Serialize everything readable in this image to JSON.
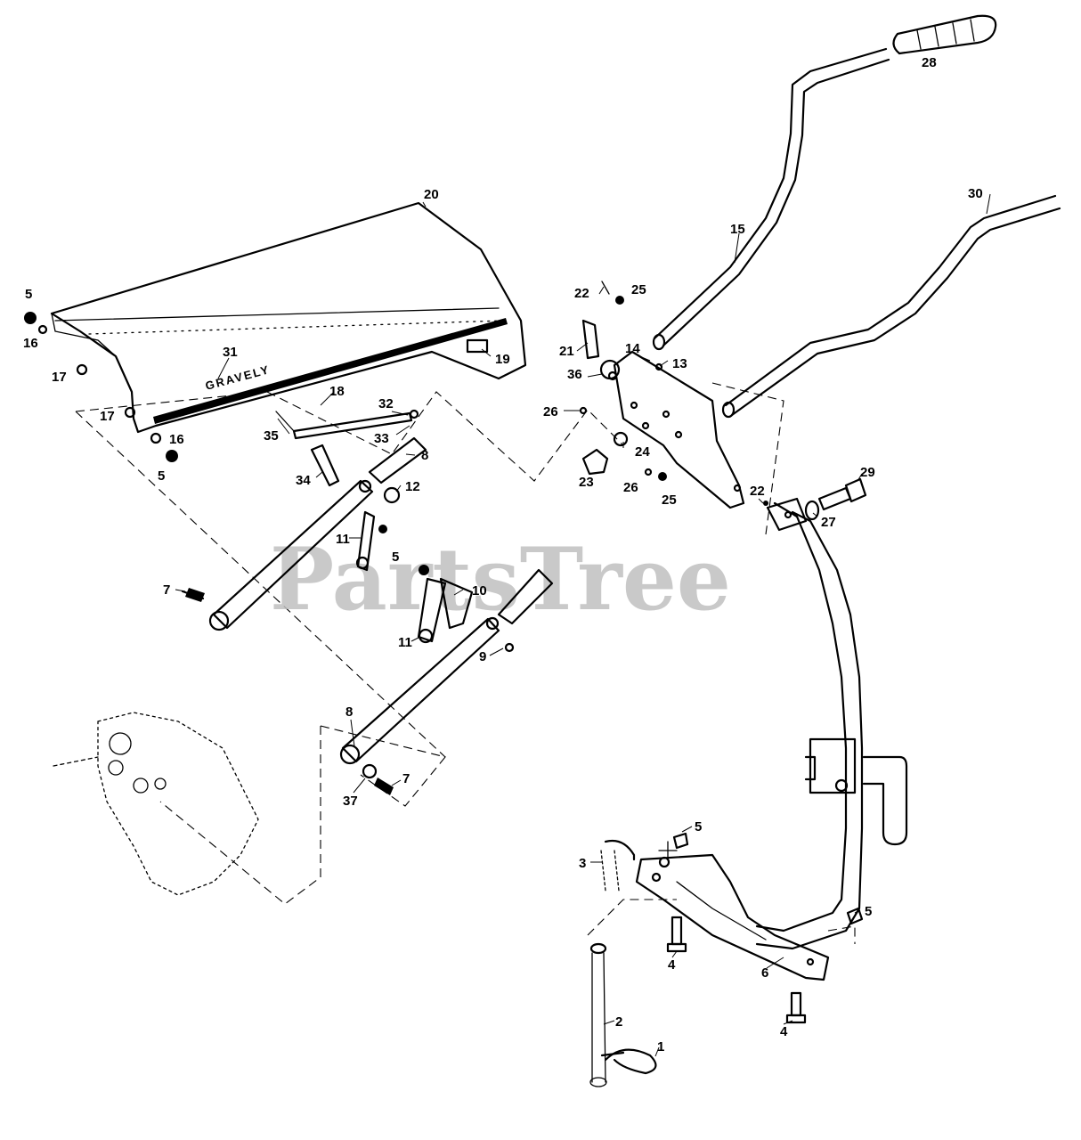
{
  "watermark": "PartsTree",
  "brand_text": "GRAVELY",
  "callouts": {
    "c1": "1",
    "c2": "2",
    "c3": "3",
    "c4a": "4",
    "c4b": "4",
    "c5a": "5",
    "c5b": "5",
    "c5c": "5",
    "c5d": "5",
    "c5e": "5",
    "c6": "6",
    "c7a": "7",
    "c7b": "7",
    "c8a": "8",
    "c8b": "8",
    "c9": "9",
    "c10": "10",
    "c11a": "11",
    "c11b": "11",
    "c12": "12",
    "c13": "13",
    "c14": "14",
    "c15": "15",
    "c16a": "16",
    "c16b": "16",
    "c17a": "17",
    "c17b": "17",
    "c18": "18",
    "c19": "19",
    "c20": "20",
    "c21": "21",
    "c22a": "22",
    "c22b": "22",
    "c23": "23",
    "c24": "24",
    "c25a": "25",
    "c25b": "25",
    "c26a": "26",
    "c26b": "26",
    "c27": "27",
    "c28": "28",
    "c29": "29",
    "c30": "30",
    "c31": "31",
    "c32": "32",
    "c33": "33",
    "c34": "34",
    "c35": "35",
    "c36": "36",
    "c37": "37"
  }
}
